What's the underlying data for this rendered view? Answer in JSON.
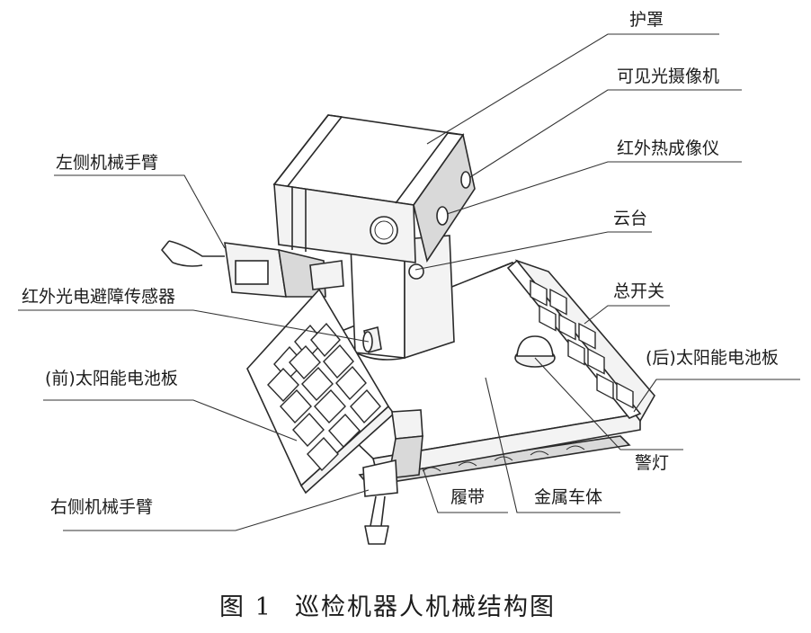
{
  "labels": {
    "hood": "护罩",
    "visible_camera": "可见光摄像机",
    "ir_imager": "红外热成像仪",
    "left_arm": "左侧机械手臂",
    "pan_tilt": "云台",
    "main_switch": "总开关",
    "ir_sensor": "红外光电避障传感器",
    "rear_panel": "(后)太阳能电池板",
    "front_panel": "(前)太阳能电池板",
    "warning_light": "警灯",
    "track": "履带",
    "metal_body": "金属车体",
    "right_arm": "右侧机械手臂"
  },
  "caption": {
    "figure_number": "图 1",
    "title": "巡检机器人机械结构图"
  }
}
